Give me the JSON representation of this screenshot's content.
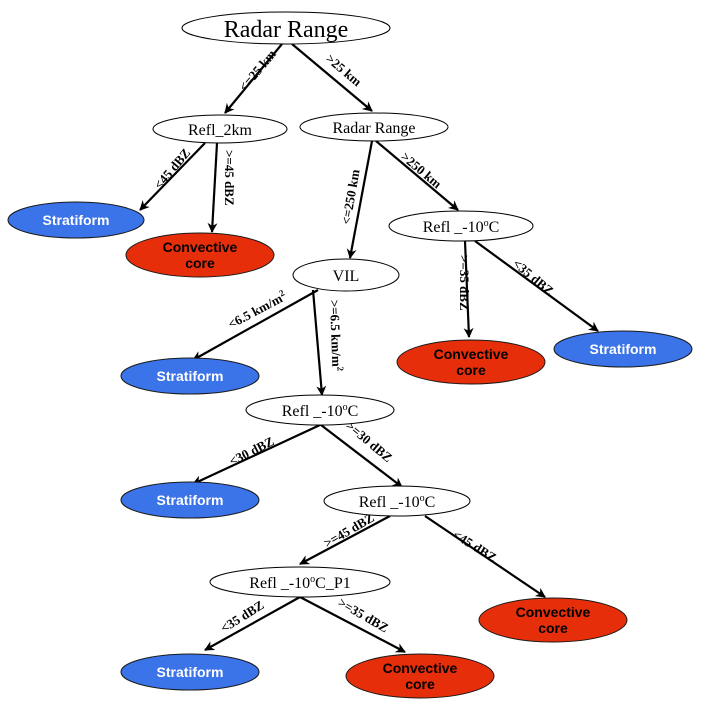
{
  "diagram": {
    "type": "decision-tree",
    "colors": {
      "stratiform_fill": "#3b73e8",
      "convective_fill": "#e62e0b",
      "node_fill": "#ffffff",
      "stroke": "#000000"
    },
    "nodes": {
      "root": "Radar Range",
      "refl_2km": "Refl_2km",
      "radar_range_2": "Radar Range",
      "refl_10c_a": {
        "base": "Refl _-10",
        "sup": "o",
        "tail": "C"
      },
      "vil": "VIL",
      "refl_10c_b": {
        "base": "Refl _-10",
        "sup": "o",
        "tail": "C"
      },
      "refl_10c_c": {
        "base": "Refl _-10",
        "sup": "o",
        "tail": "C"
      },
      "refl_10c_p1": {
        "base": "Refl _-10",
        "sup": "o",
        "tail": "C_P1"
      }
    },
    "leaves": {
      "stratiform": "Stratiform",
      "convective_line1": "Convective",
      "convective_line2": "core"
    },
    "edges": {
      "le_25km": "<=25 km",
      "gt_25km": ">25 km",
      "lt_45dbz": "<45 dBZ",
      "ge_45dbz": ">=45 dBZ",
      "le_250km": "<=250 km",
      "gt_250km": ">250 km",
      "ge_35dbz": ">=35 dBZ",
      "lt_35dbz": "<35 dBZ",
      "lt_vil": {
        "base": "<6.5 km/m",
        "sup": "2"
      },
      "ge_vil": {
        "base": ">=6.5 km/m",
        "sup": "2"
      },
      "lt_30dbz": "<30 dBZ",
      "ge_30dbz": ">=30 dBZ"
    }
  }
}
